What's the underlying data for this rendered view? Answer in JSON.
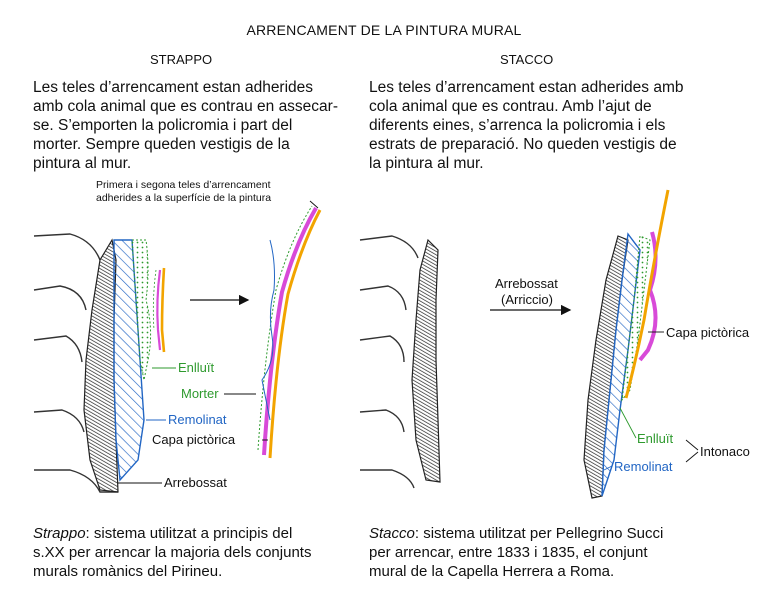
{
  "title": "ARRENCAMENT DE LA PINTURA MURAL",
  "strappo": {
    "heading": "STRAPPO",
    "lines": [
      "Les teles d’arrencament estan adherides",
      "amb cola animal que es contrau en assecar-",
      "se. S’emporten la policromia i part del",
      "morter. Sempre queden vestigis de la",
      "pintura al mur."
    ],
    "note_lines": [
      "Primera i segona teles d’arrencament",
      "adherides a la superfície de la pintura"
    ],
    "labels": {
      "enlluit": "Enlluït",
      "morter": "Morter",
      "remolinat": "Remolinat",
      "capa": "Capa pictòrica",
      "arrebossat": "Arrebossat"
    },
    "footer_term": "Strappo",
    "footer_lines": [
      ": sistema utilitzat a principis del",
      "s.XX per arrencar la majoria dels conjunts",
      "murals romànics del Pirineu."
    ]
  },
  "stacco": {
    "heading": "STACCO",
    "lines": [
      "Les teles d’arrencament estan adherides amb",
      "cola animal que es contrau. Amb l’ajut de",
      "diferents eines, s’arrenca la policromia i els",
      "estrats de preparació. No queden vestigis de",
      "la pintura al mur."
    ],
    "labels": {
      "arrebossat": "Arrebossat",
      "arriccio": "(Arriccio)",
      "capa": "Capa pictòrica",
      "enlluit": "Enlluït",
      "intonaco": "Intonaco",
      "remolinat": "Remolinat"
    },
    "footer_term": "Stacco",
    "footer_lines": [
      ": sistema utilitzat per Pellegrino Succi",
      "per arrencar, entre 1833 i 1835, el conjunt",
      "mural de la Capella Herrera a Roma."
    ]
  },
  "colors": {
    "green": "#2e9a2e",
    "blue": "#2266c4",
    "magenta": "#d84ad8",
    "orange": "#f2a400",
    "dark": "#2a2a2a"
  }
}
